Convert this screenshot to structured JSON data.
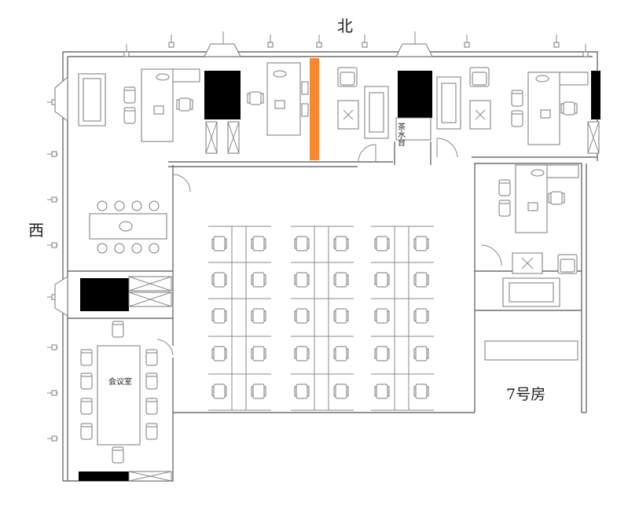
{
  "labels": {
    "north": "北",
    "west": "西",
    "meeting_room": "会议室",
    "tea_station": "茶水台",
    "room_name": "7号房"
  },
  "colors": {
    "highlight_wall": "#f7882f",
    "wall": "#6e6e6e",
    "solid_fill": "#000000"
  }
}
